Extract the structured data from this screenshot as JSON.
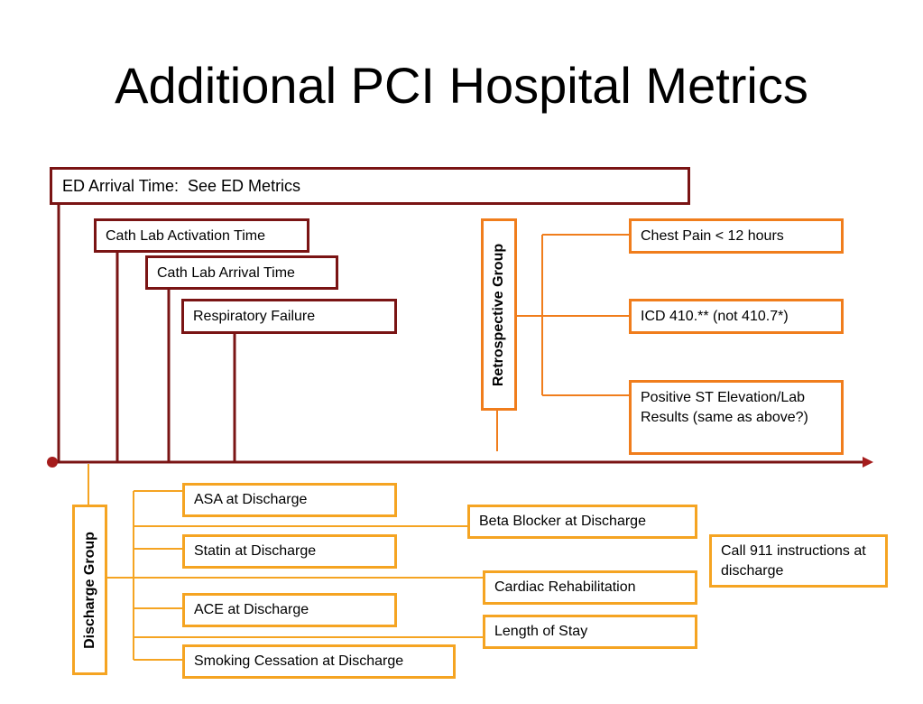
{
  "title": "Additional PCI Hospital Metrics",
  "nodes": {
    "ed_arrival": "ED Arrival Time:  See ED Metrics",
    "cath_activation": "Cath Lab Activation Time",
    "cath_arrival": "Cath Lab Arrival Time",
    "respiratory": "Respiratory Failure",
    "retrospective_group": "Retrospective Group",
    "chest_pain": "Chest Pain < 12 hours",
    "icd": "ICD 410.** (not 410.7*)",
    "st_elevation": "Positive ST Elevation/Lab Results (same as above?)",
    "discharge_group": "Discharge Group",
    "asa": "ASA at Discharge",
    "beta_blocker": "Beta Blocker at Discharge",
    "statin": "Statin at Discharge",
    "cardiac_rehab": "Cardiac Rehabilitation",
    "ace": "ACE at Discharge",
    "length_of_stay": "Length of Stay",
    "smoking": "Smoking Cessation at Discharge",
    "call_911": "Call 911 instructions at discharge"
  },
  "colors": {
    "maroon": "#7a1414",
    "orange": "#f07d1c",
    "gold": "#f5a422"
  }
}
